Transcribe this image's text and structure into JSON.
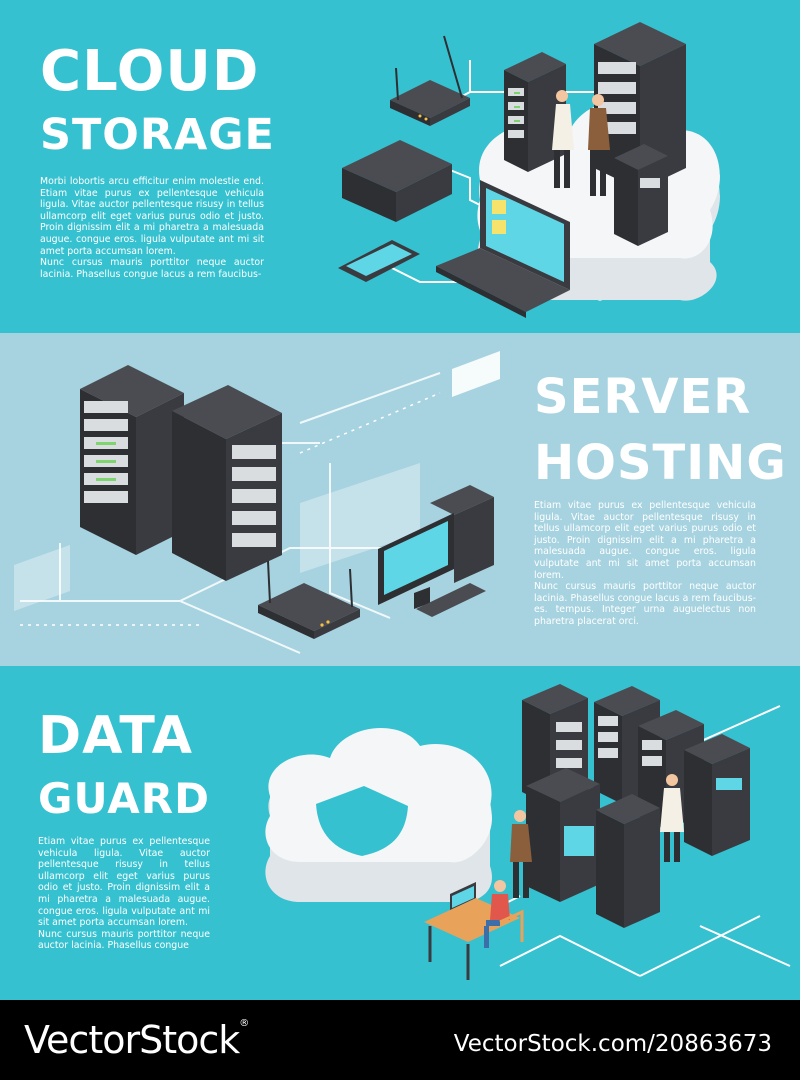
{
  "cloud_storage": {
    "title_line1": "CLOUD",
    "title_line2": "STORAGE",
    "paragraph1": "Morbi lobortis arcu efficitur enim molestie end. Etiam vitae purus ex pellentesque vehicula ligula. Vitae auctor pellentesque risusy in tellus ullamcorp elit eget varius purus odio et justo. Proin dignissim elit a mi pharetra a malesuada augue. congue eros. ligula vulputate ant mi sit amet porta accumsan lorem.",
    "paragraph2": "Nunc cursus mauris porttitor neque auctor lacinia. Phasellus congue lacus a rem faucibus-"
  },
  "server_hosting": {
    "title_line1": "SERVER",
    "title_line2": "HOSTING",
    "paragraph1": "Etiam vitae purus ex pellentesque vehicula ligula. Vitae auctor pellentesque risusy in tellus ullamcorp elit eget varius purus odio et justo. Proin dignissim elit a mi pharetra a malesuada augue. congue eros. ligula vulputate ant mi sit amet porta accumsan lorem.",
    "paragraph2": "Nunc cursus mauris porttitor neque auctor lacinia. Phasellus congue lacus a rem faucibus-es. tempus. Integer urna auguelectus non pharetra placerat orci."
  },
  "data_guard": {
    "title_line1": "DATA",
    "title_line2": "GUARD",
    "paragraph1": "Etiam vitae purus ex pellentesque vehicula ligula. Vitae auctor pellentesque risusy in tellus ullamcorp elit eget varius purus odio et justo. Proin dignissim elit a mi pharetra a malesuada augue. congue eros. ligula vulputate ant mi sit amet porta accumsan lorem.",
    "paragraph2": "Nunc cursus mauris porttitor neque auctor lacinia. Phasellus congue"
  },
  "footer": {
    "brand": "VectorStock",
    "registered": "®",
    "url": "VectorStock.com/20863673"
  },
  "colors": {
    "teal_banner": "#36c1d0",
    "light_blue_banner": "#a7d3e0",
    "footer": "#000000",
    "server_dark": "#3a3b40",
    "cloud_white": "#f4f6f7"
  },
  "icons": [
    "router-icon",
    "server-rack-icon",
    "laptop-icon",
    "tablet-icon",
    "desktop-computer-icon",
    "cloud-shield-icon",
    "technician-figure-icon"
  ]
}
